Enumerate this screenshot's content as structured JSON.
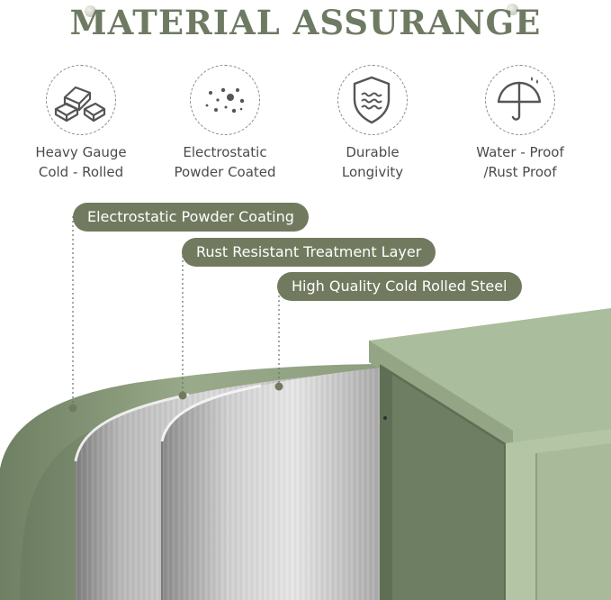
{
  "title": "MATERIAL ASSURANGE",
  "features": [
    {
      "icon": "steel-bars-icon",
      "line1": "Heavy Gauge",
      "line2": "Cold - Rolled"
    },
    {
      "icon": "powder-dots-icon",
      "line1": "Electrostatic",
      "line2": "Powder Coated"
    },
    {
      "icon": "shield-icon",
      "line1": "Durable",
      "line2": "Longivity"
    },
    {
      "icon": "umbrella-icon",
      "line1": "Water - Proof",
      "line2": "/Rust Proof"
    }
  ],
  "callouts": {
    "layer1": "Electrostatic Powder Coating",
    "layer2": "Rust Resistant Treatment Layer",
    "layer3": "High Quality Cold Rolled Steel"
  },
  "colors": {
    "title": "#6e7a62",
    "pill": "#717a5e",
    "cabinet": "#a9bb9a",
    "steel": "#b9b9b9"
  }
}
